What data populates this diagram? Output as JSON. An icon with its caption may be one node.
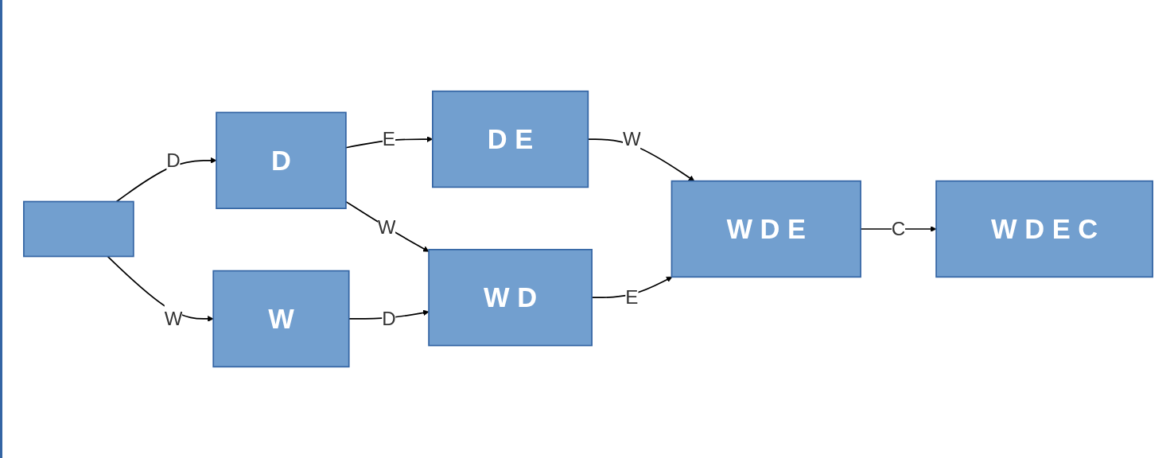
{
  "diagram": {
    "nodes": [
      {
        "text": [],
        "shape": "box"
      },
      {
        "text": [
          "D"
        ]
      },
      {
        "text": [
          "W"
        ]
      },
      {
        "text": [
          "D E"
        ]
      },
      {
        "text": [
          "W D"
        ]
      },
      {
        "text": [
          "W D E"
        ]
      },
      {
        "text": [
          "W D E C"
        ]
      }
    ],
    "edges": [
      {
        "from": 0,
        "to": 1,
        "arrow": "to",
        "label": "D"
      },
      {
        "from": 0,
        "to": 2,
        "arrow": "to",
        "label": "W"
      },
      {
        "from": 1,
        "to": 3,
        "arrow": "to",
        "label": "E"
      },
      {
        "from": 1,
        "to": 4,
        "arrow": "to",
        "label": "W"
      },
      {
        "from": 2,
        "to": 4,
        "arrow": "to",
        "label": "D"
      },
      {
        "from": 3,
        "to": 5,
        "arrow": "to",
        "label": "W"
      },
      {
        "from": 4,
        "to": 5,
        "arrow": "to",
        "label": "E"
      },
      {
        "from": 5,
        "to": 6,
        "arrow": "to",
        "label": "C"
      }
    ]
  }
}
